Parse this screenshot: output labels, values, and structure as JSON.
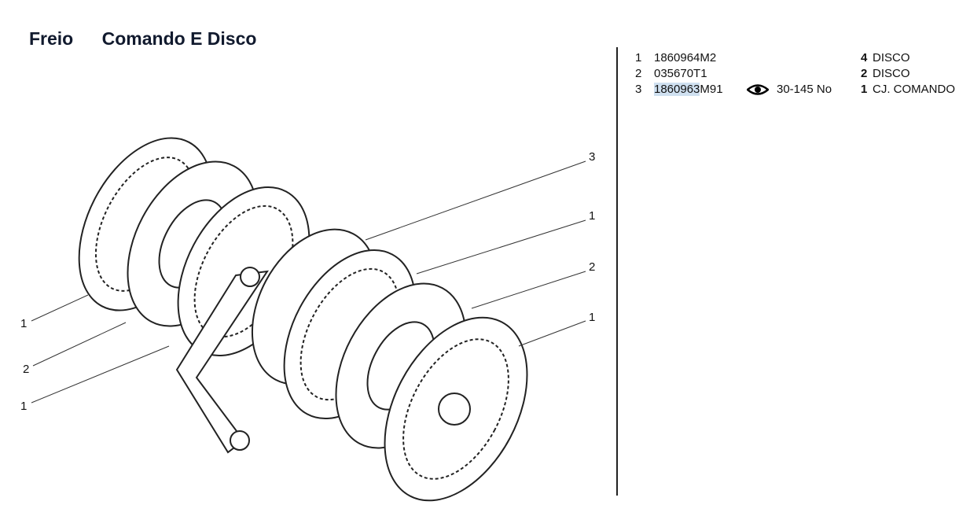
{
  "header": {
    "title_section": "Freio",
    "title_subsection": "Comando E Disco"
  },
  "parts": [
    {
      "ref": "1",
      "part_number": "1860964M2",
      "part_number_highlight": "",
      "range": "",
      "qty": "4",
      "description": "DISCO",
      "icon": ""
    },
    {
      "ref": "2",
      "part_number": "035670T1",
      "part_number_highlight": "",
      "range": "",
      "qty": "2",
      "description": "DISCO",
      "icon": ""
    },
    {
      "ref": "3",
      "part_number": "M91",
      "part_number_highlight": "1860963",
      "range": "30-145 No",
      "qty": "1",
      "description": "CJ. COMANDO",
      "icon": "eye-icon"
    }
  ],
  "callouts": {
    "r1": "3",
    "r2": "1",
    "r3": "2",
    "r4": "1",
    "l1": "1",
    "l2": "2",
    "l3": "1"
  }
}
